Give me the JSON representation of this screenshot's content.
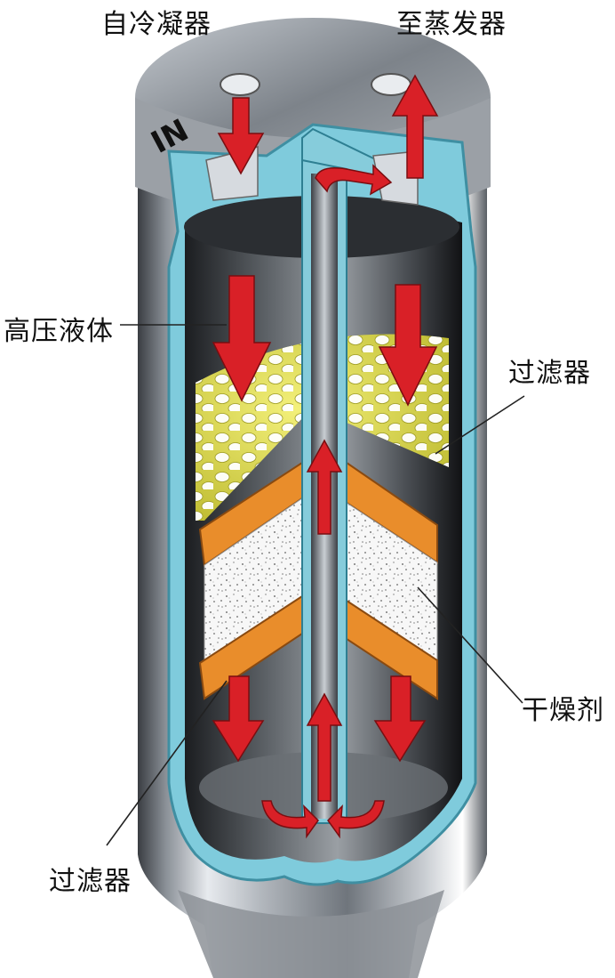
{
  "labels": {
    "from_condenser": "自冷凝器",
    "to_evaporator": "至蒸发器",
    "high_pressure_liquid": "高压液体",
    "filter_upper": "过滤器",
    "desiccant": "干燥剂",
    "filter_lower": "过滤器",
    "inlet_mark": "IN"
  },
  "colors": {
    "shell_metal": "#a9aeb3",
    "inner_lining": "#8ed3e2",
    "filter_mesh": "#d8d640",
    "felt_pad": "#e98d2b",
    "desiccant": "#ffffff",
    "flow_arrow": "#d92027"
  }
}
